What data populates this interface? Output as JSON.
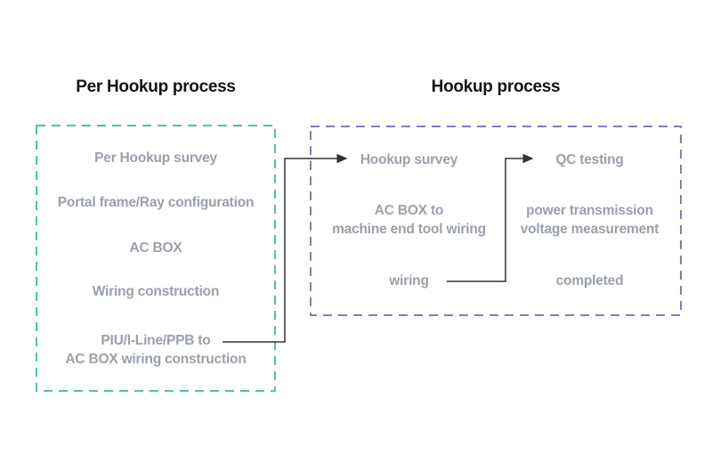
{
  "left_box": {
    "title": "Per Hookup process",
    "border_color": "#50c494",
    "items": [
      "Per Hookup survey",
      "Portal frame/Ray configuration",
      "AC BOX",
      "Wiring construction",
      "PIU/l-Line/PPB to\nAC BOX wiring construction"
    ]
  },
  "right_box": {
    "title": "Hookup process",
    "border_color": "#7a81bd",
    "column1": [
      "Hookup survey",
      "AC BOX to\nmachine end tool wiring",
      "wiring"
    ],
    "column2": [
      "QC testing",
      "power transmission\nvoltage measurement",
      "completed"
    ]
  },
  "connections": [
    {
      "from": "PIU/l-Line/PPB to AC BOX wiring construction",
      "to": "Hookup survey"
    },
    {
      "from": "wiring",
      "to": "QC testing"
    }
  ],
  "colors": {
    "background": "#ffffff",
    "title_text": "#141414",
    "item_text": "#9aa0ab",
    "arrow": "#333333",
    "left_border": "#50c494",
    "right_border": "#7a81bd"
  }
}
